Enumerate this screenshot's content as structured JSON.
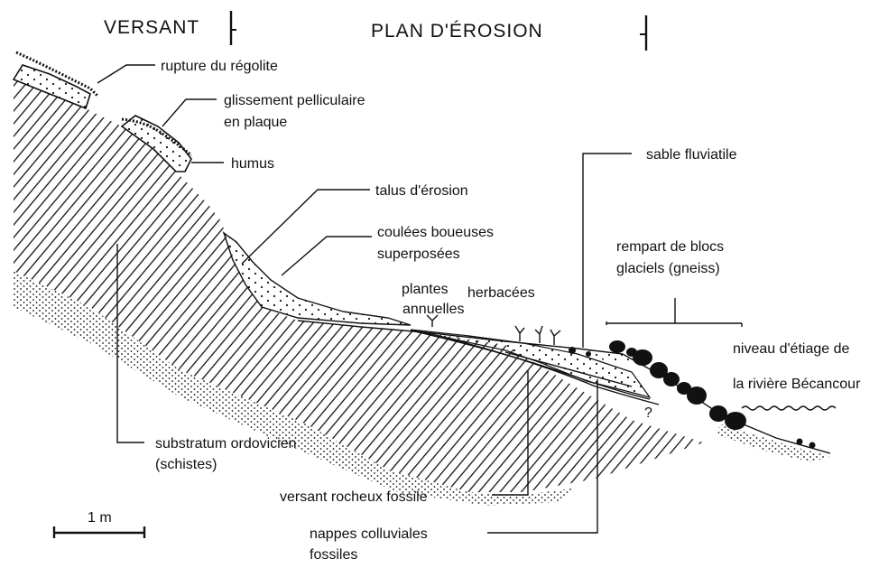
{
  "header": {
    "left": "VERSANT",
    "right": "PLAN D'ÉROSION"
  },
  "labels": {
    "rupture": "rupture du régolite",
    "glissement_1": "glissement pelliculaire",
    "glissement_2": "en plaque",
    "humus": "humus",
    "talus": "talus d'érosion",
    "coulees_1": "coulées boueuses",
    "coulees_2": "superposées",
    "sable": "sable fluviatile",
    "rempart_1": "rempart de blocs",
    "rempart_2": "glaciels (gneiss)",
    "plantes_1": "plantes",
    "plantes_2": "herbacées",
    "plantes_3": "annuelles",
    "niveau_1": "niveau d'étiage de",
    "niveau_2": "la rivière Bécancour",
    "substratum_1": "substratum ordovicien",
    "substratum_2": "(schistes)",
    "versant_fossile": "versant rocheux fossile",
    "nappes_1": "nappes colluviales",
    "nappes_2": "fossiles",
    "question": "?"
  },
  "scale": {
    "label": "1 m"
  },
  "colors": {
    "ink": "#111111",
    "paper": "#ffffff"
  }
}
